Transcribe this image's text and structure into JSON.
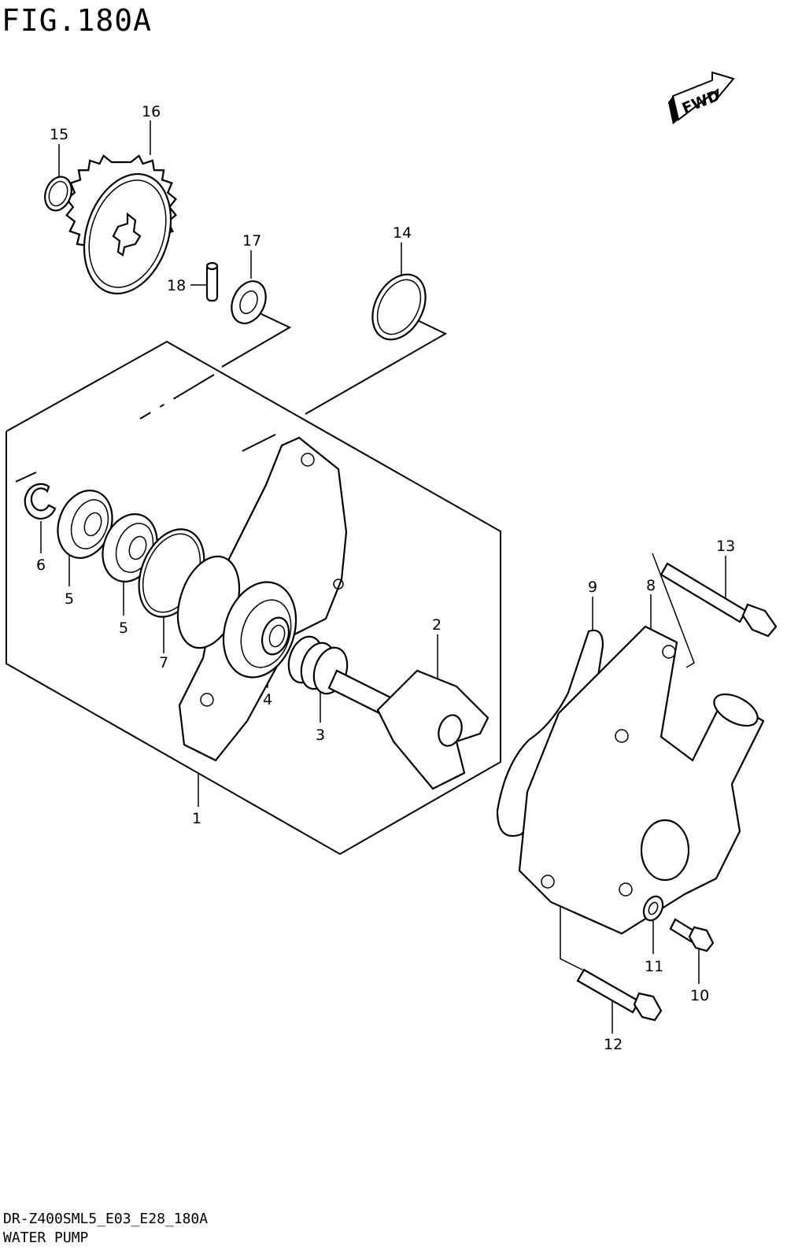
{
  "figure": {
    "title": "FIG.180A"
  },
  "fwd_badge": {
    "text": "FWD"
  },
  "footer": {
    "code": "DR-Z400SML5_E03_E28_180A",
    "name": "WATER PUMP"
  },
  "callouts": [
    "1",
    "2",
    "3",
    "4",
    "5",
    "5",
    "6",
    "7",
    "8",
    "9",
    "10",
    "11",
    "12",
    "13",
    "14",
    "15",
    "16",
    "17",
    "18"
  ]
}
